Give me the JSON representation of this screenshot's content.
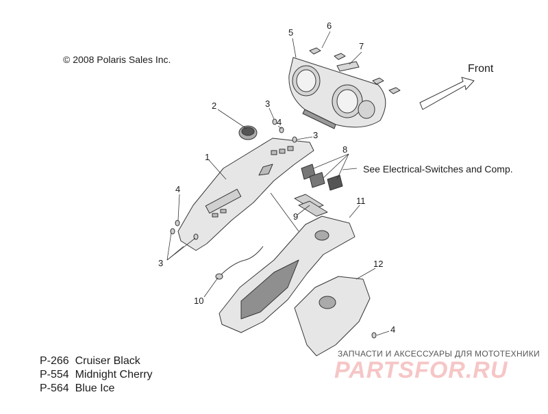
{
  "copyright": "© 2008 Polaris Sales Inc.",
  "direction_label": "Front",
  "reference_note": "See Electrical-Switches and Comp.",
  "callouts": [
    "1",
    "2",
    "3",
    "3",
    "3",
    "4",
    "4",
    "4",
    "5",
    "6",
    "7",
    "8",
    "9",
    "10",
    "11",
    "12"
  ],
  "legend": [
    {
      "code": "P-266",
      "name": "Cruiser Black"
    },
    {
      "code": "P-554",
      "name": "Midnight Cherry"
    },
    {
      "code": "P-564",
      "name": "Blue Ice"
    }
  ],
  "watermark": {
    "tagline": "ЗАПЧАСТИ И АКСЕССУАРЫ ДЛЯ МОТОТЕХНИКИ",
    "logo": "PARTSFOR.RU",
    "color": "#f6c6c6"
  },
  "colors": {
    "line": "#333333",
    "part_fill": "#e6e6e6",
    "dark_fill": "#9a9a9a"
  },
  "icons": [
    "front-arrow-icon"
  ]
}
